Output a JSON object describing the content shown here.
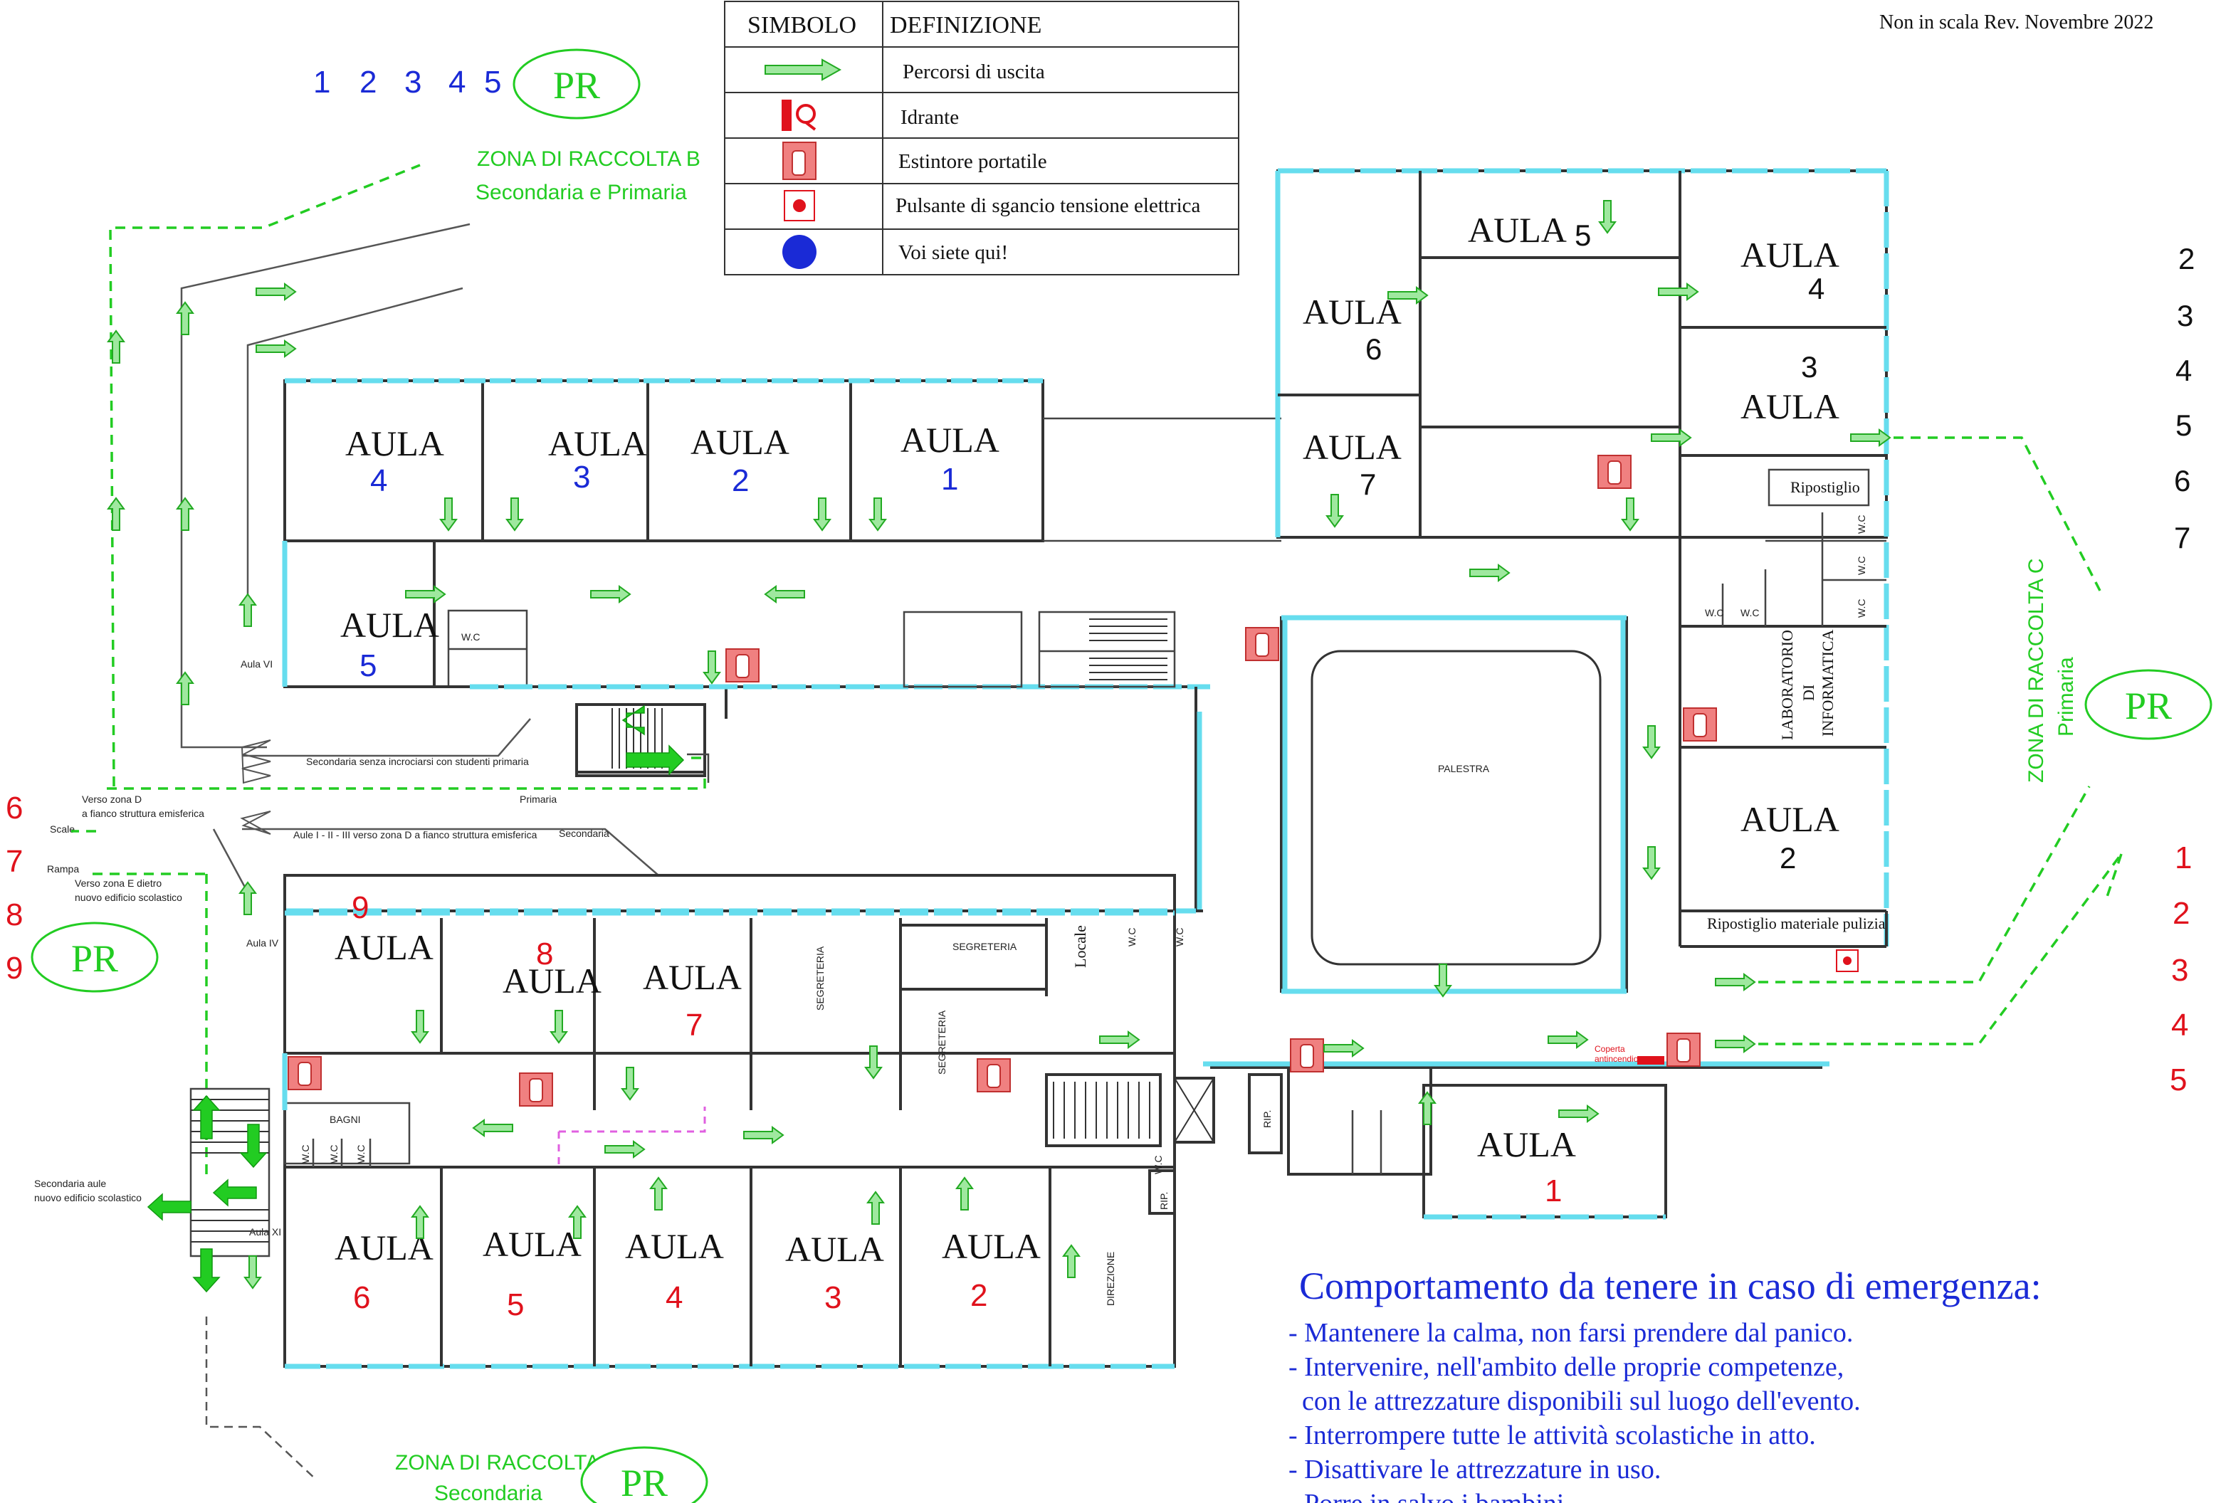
{
  "revision": "Non in scala  Rev. Novembre 2022",
  "legend": {
    "header_symbol": "SIMBOLO",
    "header_definition": "DEFINIZIONE",
    "rows": [
      {
        "icon": "exit-route-arrow-icon",
        "label": "Percorsi di uscita"
      },
      {
        "icon": "hydrant-icon",
        "label": "Idrante"
      },
      {
        "icon": "fire-extinguisher-icon",
        "label": "Estintore portatile"
      },
      {
        "icon": "power-cutoff-button-icon",
        "label": "Pulsante di sgancio tensione elettrica"
      },
      {
        "icon": "you-are-here-icon",
        "label": "Voi siete qui!"
      }
    ]
  },
  "assembly_points": {
    "pr_label": "PR",
    "top_numbers": [
      "1",
      "2",
      "3",
      "4",
      "5"
    ],
    "left_numbers": [
      "6",
      "7",
      "8",
      "9"
    ],
    "right_black_numbers": [
      "2",
      "3",
      "4",
      "5",
      "6",
      "7"
    ],
    "right_red_numbers": [
      "1",
      "2",
      "3",
      "4",
      "5"
    ]
  },
  "zones": {
    "zone_b_line1": "ZONA DI RACCOLTA B",
    "zone_b_line2": "Secondaria e Primaria",
    "zone_c_line1": "ZONA DI RACCOLTA C",
    "zone_c_line2": "Primaria",
    "zone_a_line1": "ZONA DI RACCOLTA A",
    "zone_a_line2": "Secondaria"
  },
  "rooms": {
    "aula": "AULA",
    "top_wing": [
      "4",
      "3",
      "2",
      "1",
      "5"
    ],
    "bottom_wing": [
      "9",
      "8",
      "7",
      "6",
      "5",
      "4",
      "3",
      "2"
    ],
    "right_wing": [
      "5",
      "6",
      "4",
      "3",
      "7",
      "2",
      "1"
    ],
    "ripostiglio": "Ripostiglio",
    "ripostiglio_pulizia": "Ripostiglio materiale pulizia",
    "laboratorio": [
      "LABORATORIO",
      "DI",
      "INFORMATICA"
    ],
    "palestra": "PALESTRA",
    "segreteria": "SEGRETERIA",
    "direzione": "DIREZIONE",
    "locale": "Locale",
    "bagni": "BAGNI",
    "wc": "W.C",
    "rip": "RIP.",
    "coperta": [
      "Coperta",
      "antincendio"
    ]
  },
  "route_notes": {
    "secondaria_note": "Secondaria   senza incrociarsi con studenti primaria",
    "primaria": "Primaria",
    "verso_d_1": "Verso zona D",
    "verso_d_2": "a fianco struttura emisferica",
    "scale": "Scale",
    "aule_note": "Aule I - II - III verso zona D a fianco struttura emisferica",
    "secondaria": "Secondaria",
    "rampa": "Rampa",
    "verso_e_1": "Verso zona E dietro",
    "verso_e_2": "nuovo edificio scolastico",
    "aula_vi": "Aula VI",
    "aula_iv": "Aula IV",
    "aula_xi": "Aula XI",
    "sec_aule_1": "Secondaria aule",
    "sec_aule_2": "nuovo edificio scolastico"
  },
  "behavior": {
    "title": "Comportamento da tenere in caso di emergenza:",
    "lines": [
      "- Mantenere la calma,  non farsi prendere dal panico.",
      "- Intervenire, nell'ambito delle proprie competenze,",
      "  con le attrezzature disponibili sul luogo dell'evento.",
      "- Interrompere tutte le attività scolastiche in atto.",
      "- Disattivare le attrezzature in uso.",
      "- Porre in salvo i bambini."
    ]
  },
  "colors": {
    "route": "#22cc22",
    "glass": "#66ddee",
    "extinguisher": "#f08080",
    "blue_text": "#1a2ad6",
    "red_text": "#e0121c"
  }
}
